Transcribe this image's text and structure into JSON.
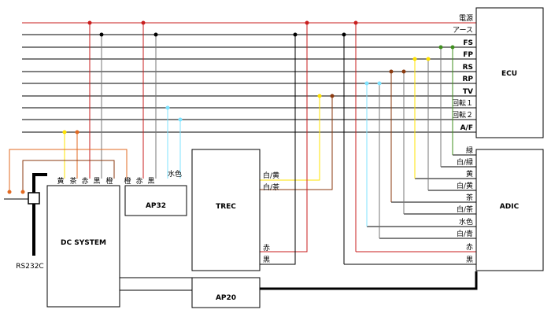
{
  "colors": {
    "red": "#c81e1e",
    "black": "#000000",
    "brown": "#8b3a0f",
    "yellow": "#ffe300",
    "orange": "#e26a22",
    "green": "#3f8f1e",
    "lightblue": "#7fe3ff",
    "grey": "#777777",
    "bus": "#000000"
  },
  "blocks": {
    "ecu": "ECU",
    "adic": "ADIC",
    "dc_system": "DC SYSTEM",
    "ap32": "AP32",
    "trec": "TREC",
    "ap20": "AP20",
    "rs232c": "RS232C"
  },
  "ecu_signals": [
    "電源",
    "アース",
    "FS",
    "FP",
    "RS",
    "RP",
    "TV",
    "回転１",
    "回転２",
    "A/F"
  ],
  "adic_inputs": [
    "緑",
    "白/緑",
    "黄",
    "白/黄",
    "茶",
    "白/茶",
    "水色",
    "白/青",
    "赤",
    "黒"
  ],
  "dc_pins": [
    "黄",
    "茶",
    "赤",
    "黒",
    "橙"
  ],
  "ap32_pins": [
    "橙",
    "赤",
    "黒"
  ],
  "ap32_extra": "水色",
  "trec_inputs": [
    "白/黄",
    "白/茶"
  ],
  "trec_power": [
    "赤",
    "黒"
  ]
}
